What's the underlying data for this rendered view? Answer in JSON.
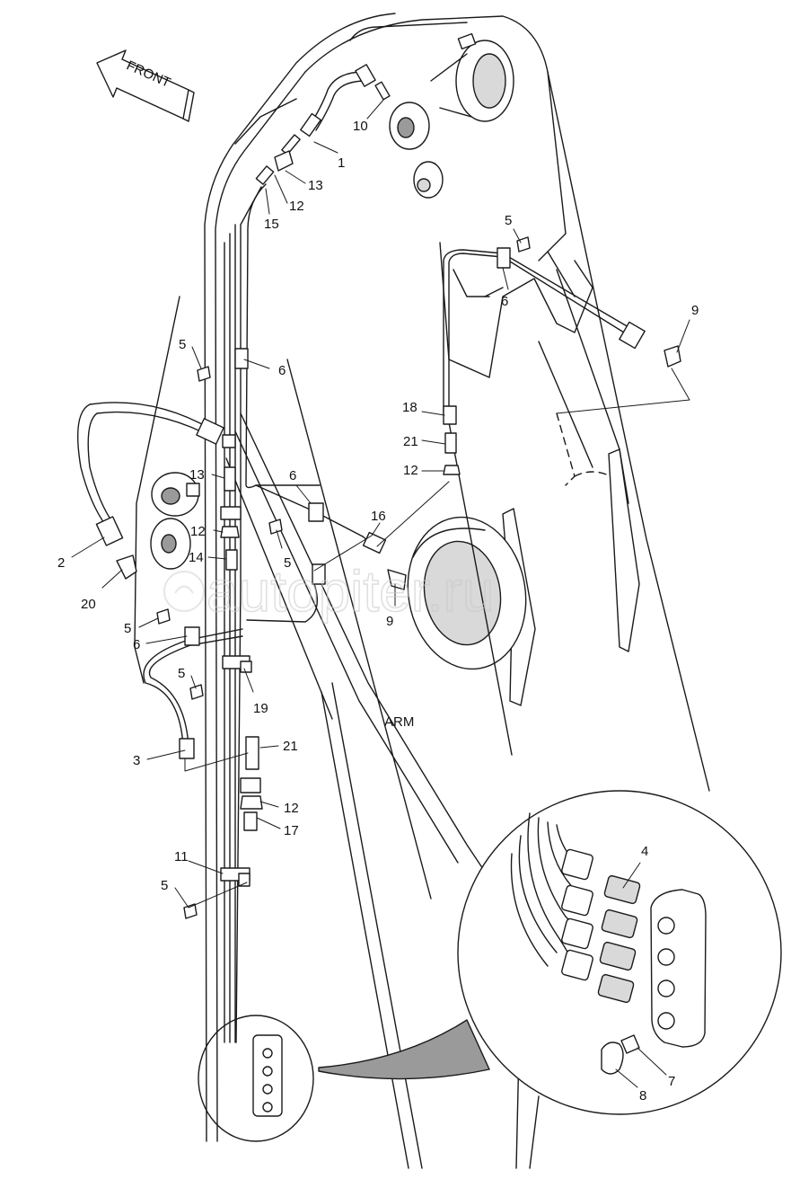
{
  "front_label": "FRONT",
  "arm_label": "ARM",
  "watermark": "autopiter.ru",
  "callouts": [
    {
      "id": "c1",
      "text": "1"
    },
    {
      "id": "c2",
      "text": "2"
    },
    {
      "id": "c3",
      "text": "3"
    },
    {
      "id": "c4",
      "text": "4"
    },
    {
      "id": "c5a",
      "text": "5"
    },
    {
      "id": "c5b",
      "text": "5"
    },
    {
      "id": "c5c",
      "text": "5"
    },
    {
      "id": "c5d",
      "text": "5"
    },
    {
      "id": "c5e",
      "text": "5"
    },
    {
      "id": "c5f",
      "text": "5"
    },
    {
      "id": "c6a",
      "text": "6"
    },
    {
      "id": "c6b",
      "text": "6"
    },
    {
      "id": "c6c",
      "text": "6"
    },
    {
      "id": "c6d",
      "text": "6"
    },
    {
      "id": "c7",
      "text": "7"
    },
    {
      "id": "c8",
      "text": "8"
    },
    {
      "id": "c9a",
      "text": "9"
    },
    {
      "id": "c9b",
      "text": "9"
    },
    {
      "id": "c10",
      "text": "10"
    },
    {
      "id": "c11",
      "text": "11"
    },
    {
      "id": "c12a",
      "text": "12"
    },
    {
      "id": "c12b",
      "text": "12"
    },
    {
      "id": "c12c",
      "text": "12"
    },
    {
      "id": "c12d",
      "text": "12"
    },
    {
      "id": "c13a",
      "text": "13"
    },
    {
      "id": "c13b",
      "text": "13"
    },
    {
      "id": "c14",
      "text": "14"
    },
    {
      "id": "c15",
      "text": "15"
    },
    {
      "id": "c16",
      "text": "16"
    },
    {
      "id": "c17",
      "text": "17"
    },
    {
      "id": "c18",
      "text": "18"
    },
    {
      "id": "c19",
      "text": "19"
    },
    {
      "id": "c20",
      "text": "20"
    },
    {
      "id": "c21a",
      "text": "21"
    },
    {
      "id": "c21b",
      "text": "21"
    }
  ]
}
